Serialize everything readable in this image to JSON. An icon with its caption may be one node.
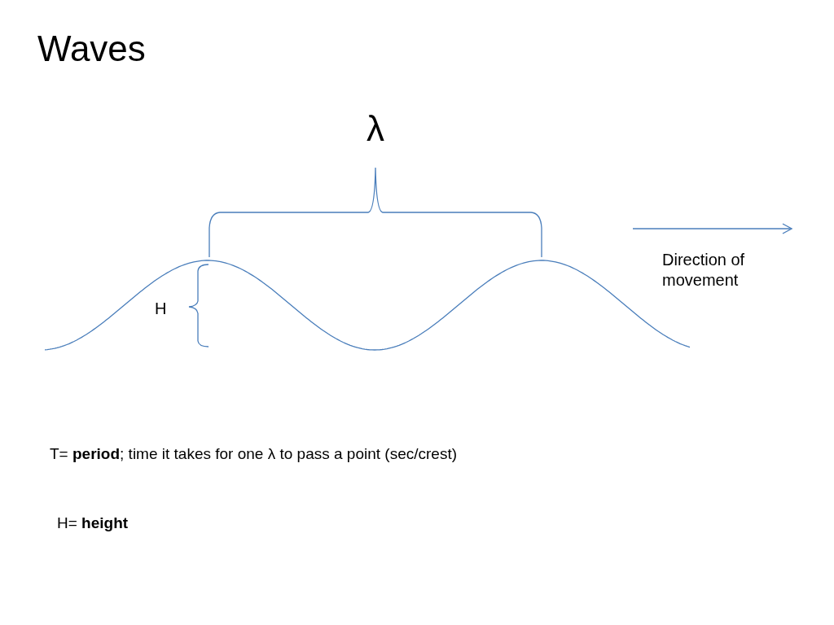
{
  "diagram": {
    "title": "Waves",
    "labels": [
      "λ",
      "Direction of movement",
      "H",
      "T= **period**; time it takes for one λ to pass a point (sec/crest)",
      "H= **height**"
    ]
  }
}
